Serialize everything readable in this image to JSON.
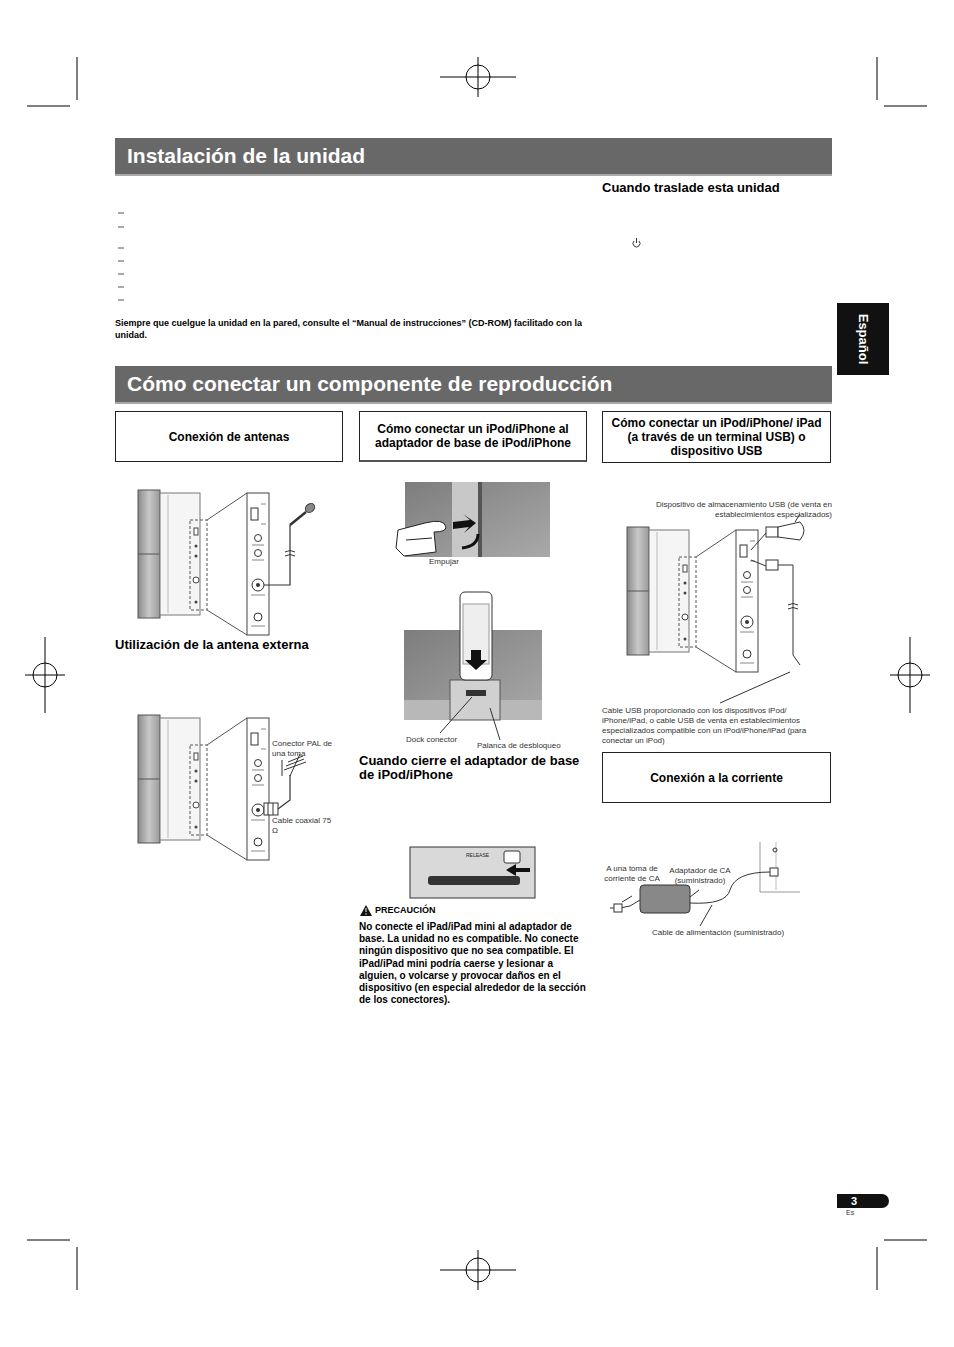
{
  "diagram": {
    "nodes": [
      {
        "text": [
          "Instalación de la unidad"
        ]
      },
      {
        "text": [
          "Cómo conectar un componente de reproducción"
        ]
      },
      {
        "text": [
          "Conexión de antenas"
        ]
      },
      {
        "text": [
          "Cómo conectar un iPod/iPhone al adaptador de base de iPod/iPhone"
        ]
      },
      {
        "text": [
          "Cómo conectar un iPod/iPhone/ iPad (a través de un terminal USB) o dispositivo USB"
        ]
      },
      {
        "text": [
          "Conexión a la corriente"
        ]
      },
      {
        "text": [
          "Español"
        ]
      },
      {
        "text": [
          "3"
        ]
      }
    ],
    "labels": [
      "Cuando traslade esta unidad",
      "Siempre que cuelgue la unidad en la pared, consulte el “Manual de instrucciones” (CD-ROM) facilitado con la unidad.",
      "Utilización de la antena externa",
      "Conector PAL de una toma",
      "Cable coaxial 75 Ω",
      "Empujar",
      "Dock conector",
      "Palanca de desbloqueo",
      "Cuando cierre el adaptador de base de iPod/iPhone",
      "RELEASE",
      "PRECAUCIÓN",
      "No conecte el iPad/iPad mini al adaptador de base. La unidad no es compatible. No conecte ningún dispositivo que no sea compatible. El iPad/iPad mini podría caerse y lesionar a alguien, o volcarse y provocar daños en el dispositivo (en especial alrededor de la sección de los conectores).",
      "Dispositivo de almacenamiento USB (de venta en establecimientos especializados)",
      "Cable USB proporcionado con los dispositivos iPod/ iPhone/iPad, o cable USB de venta en establecimientos especializados compatible con un iPod/iPhone/iPad (para conectar un iPod)",
      "A una toma de corriente de CA",
      "Adaptador de CA (suministrado)",
      "Cable de alimentación (suministrado)",
      "Es"
    ]
  }
}
